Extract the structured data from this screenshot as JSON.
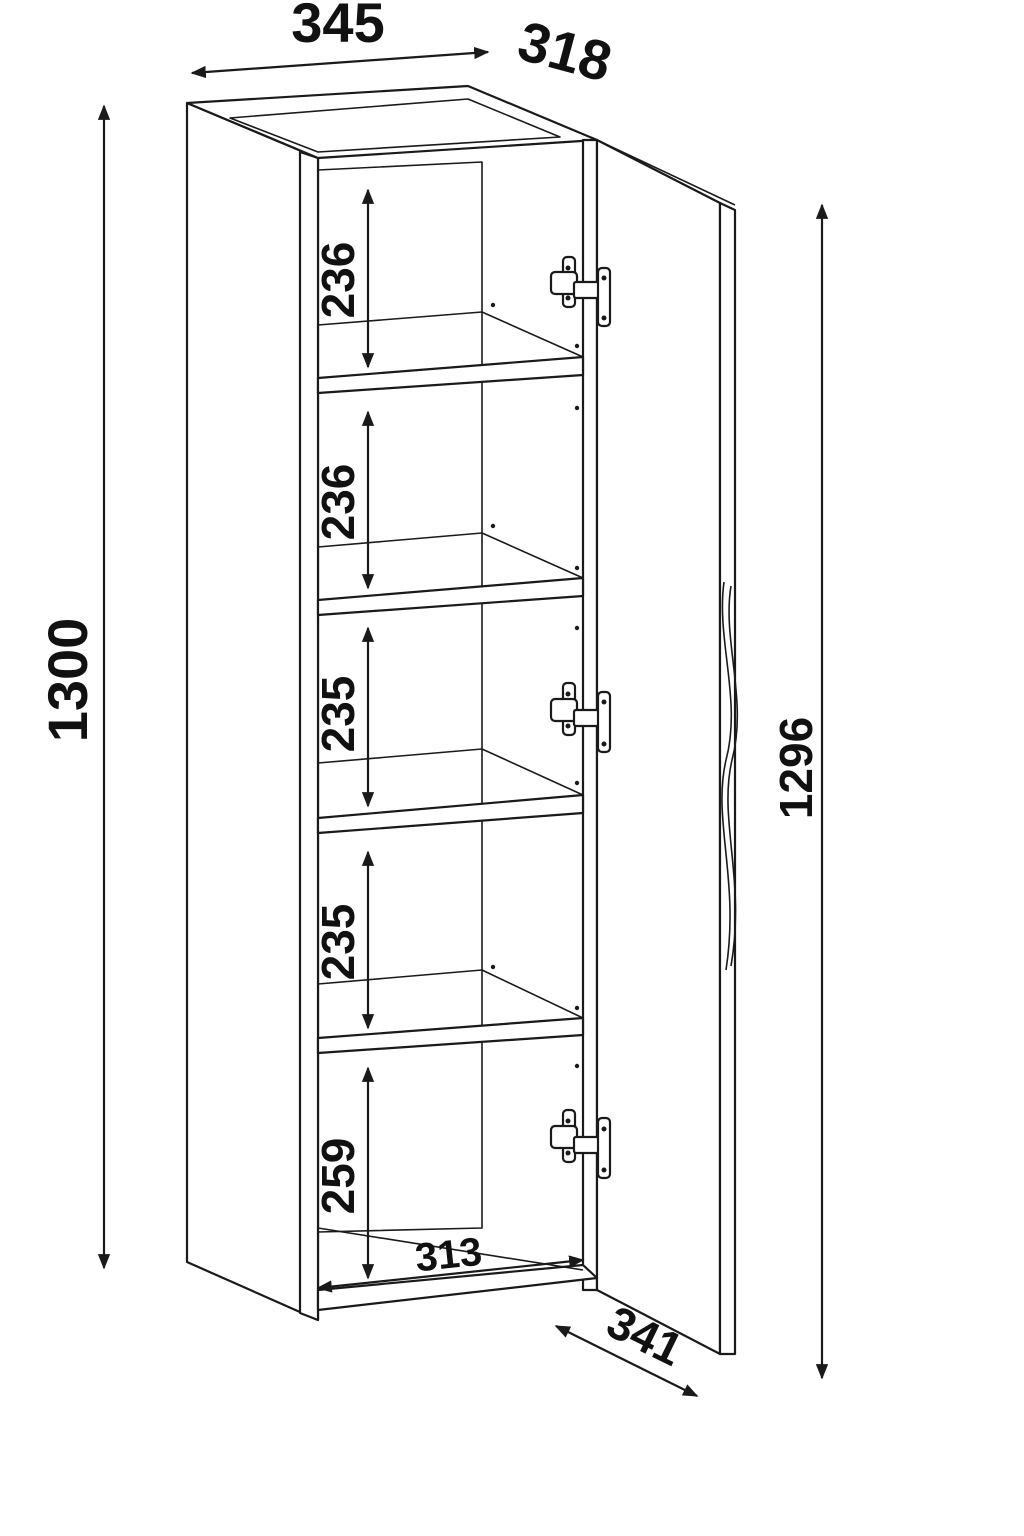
{
  "drawing": {
    "dimensions": {
      "top_width": "345",
      "top_depth": "318",
      "total_height": "1300",
      "door_height": "1296",
      "compartment_1": "236",
      "compartment_2": "236",
      "compartment_3": "235",
      "compartment_4": "235",
      "compartment_5": "259",
      "inner_width": "313",
      "base_depth": "341"
    }
  }
}
